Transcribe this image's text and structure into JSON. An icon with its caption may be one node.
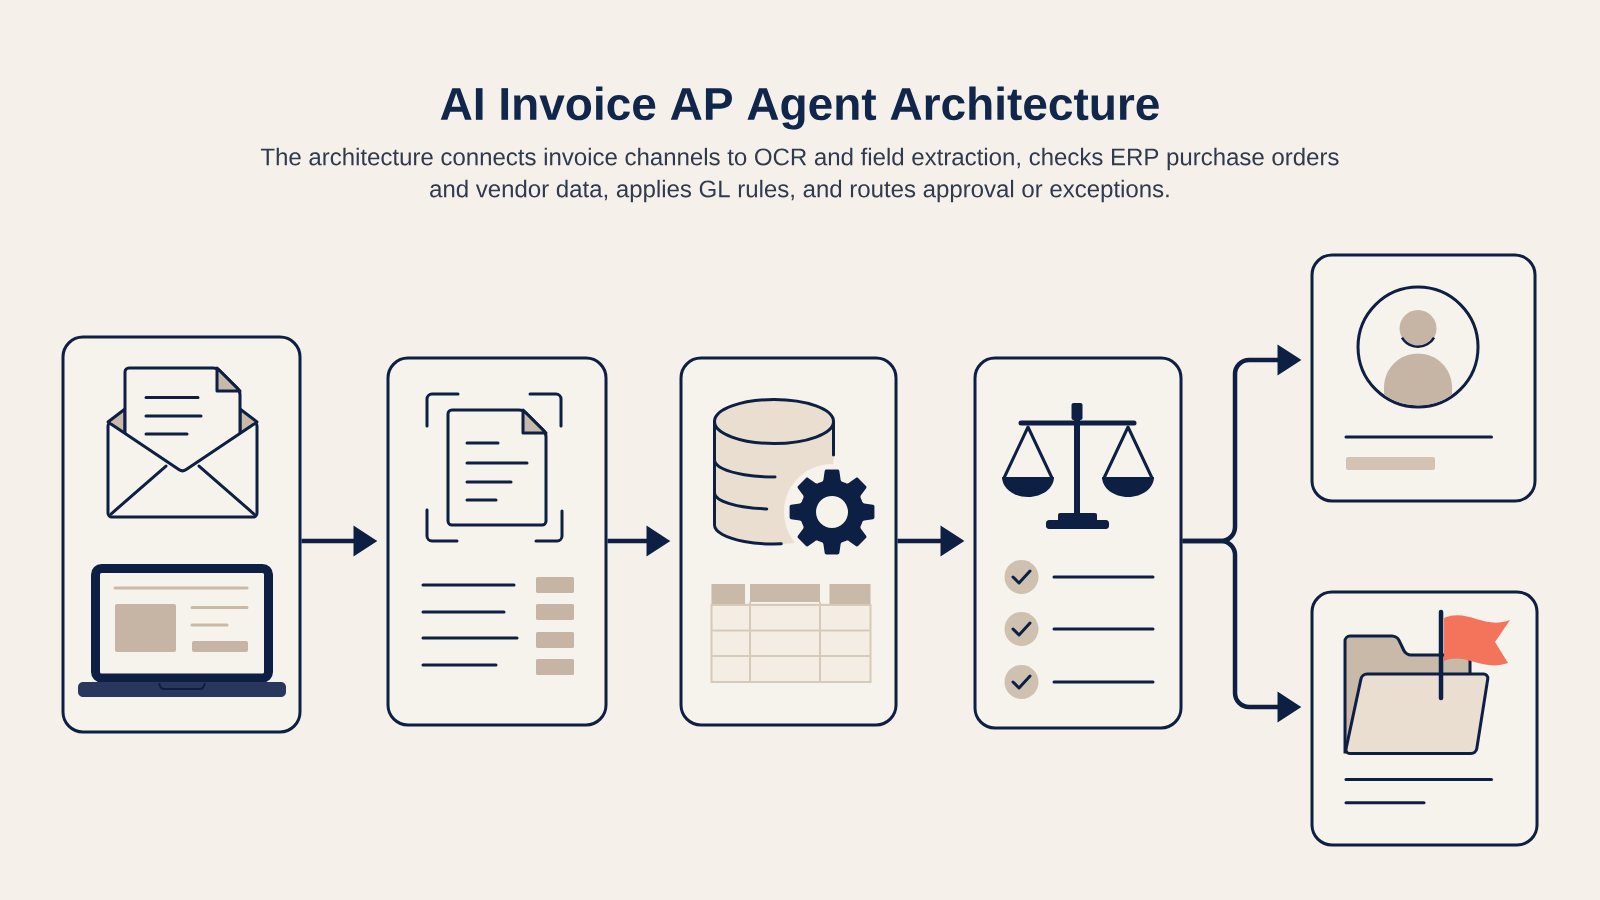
{
  "diagram": {
    "title": "AI Invoice AP Agent Architecture",
    "caption": "The architecture connects invoice channels to OCR and field extraction, checks ERP purchase orders and vendor data, applies GL rules, and routes approval or exceptions.",
    "nodes": [
      {
        "text": [],
        "shape": "box"
      },
      {
        "text": [],
        "shape": "box"
      },
      {
        "text": [],
        "shape": "box"
      },
      {
        "text": [],
        "shape": "box"
      },
      {
        "text": [],
        "shape": "box"
      },
      {
        "text": [],
        "shape": "box"
      }
    ],
    "edges": [
      {
        "from": 0,
        "to": 1,
        "arrow": "to"
      },
      {
        "from": 1,
        "to": 2,
        "arrow": "to"
      },
      {
        "from": 2,
        "to": 3,
        "arrow": "to"
      },
      {
        "from": 3,
        "to": 4,
        "arrow": "to"
      },
      {
        "from": 3,
        "to": 5,
        "arrow": "to"
      }
    ]
  }
}
